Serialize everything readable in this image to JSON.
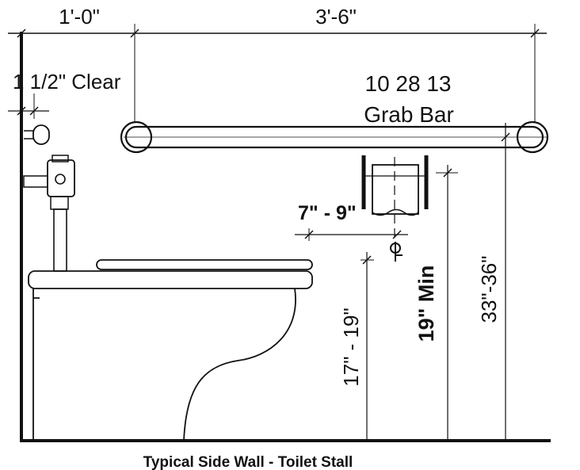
{
  "diagram": {
    "caption": "Typical Side Wall - Toilet Stall",
    "dimensions": {
      "top_left": "1'-0\"",
      "top_right": "3'-6\"",
      "clearance": "1 1/2\" Clear",
      "flush_offset": "7\" - 9\"",
      "seat_height": "17\" - 19\"",
      "dispenser_height": "19\" Min",
      "bar_height": "33\"-36\""
    },
    "grab_bar_label": {
      "code": "10 28 13",
      "name": "Grab Bar"
    }
  }
}
